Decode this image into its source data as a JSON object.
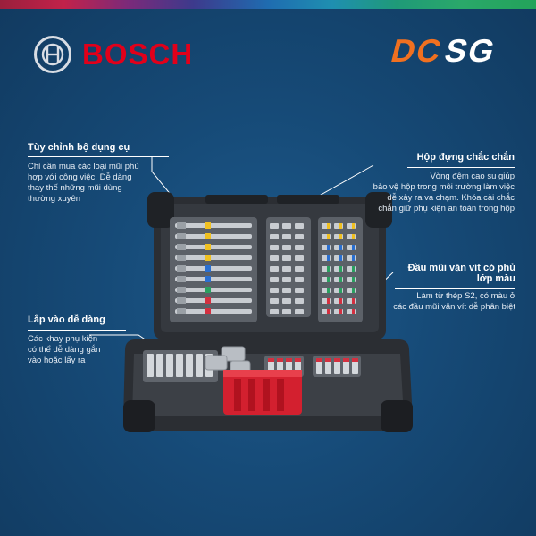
{
  "brand": {
    "bosch_wordmark": "BOSCH",
    "dealer_logo": "DCSG",
    "bosch_red": "#e2001a",
    "dealer_orange": "#f07020"
  },
  "callouts": {
    "customize": {
      "title": "Tùy chỉnh bộ dụng cụ",
      "lines": [
        "Chỉ cần mua các loại mũi phù",
        "hợp với công việc. Dễ dàng",
        "thay thế những mũi dùng",
        "thường xuyên"
      ]
    },
    "sturdy_case": {
      "title": "Hộp đựng chắc chắn",
      "lines": [
        "Vòng đệm cao su giúp",
        "bảo vệ hộp trong môi trường làm việc",
        "dễ xảy ra va chạm. Khóa cài chắc",
        "chắn giữ phụ kiện an toàn trong hộp"
      ]
    },
    "color_bits": {
      "title_lines": [
        "Đầu mũi vặn vít có phủ",
        "lớp màu"
      ],
      "lines": [
        "Làm từ thép S2, có màu ở",
        "các đầu mũi vặn vít dễ phân biệt"
      ]
    },
    "easy_fit": {
      "title": "Lắp vào dễ dàng",
      "lines": [
        "Các khay phụ kiện",
        "có thể dễ dàng gắn",
        "vào hoặc lấy ra"
      ]
    }
  },
  "colors": {
    "background": "#164a77",
    "case_dark": "#2b2e33",
    "case_mid": "#43474d",
    "clip_red": "#d3202f",
    "callout_line": "#ffffff"
  },
  "icons": {
    "bosch_logo": "bosch-armature-icon",
    "product": "bit-set-case-image"
  }
}
